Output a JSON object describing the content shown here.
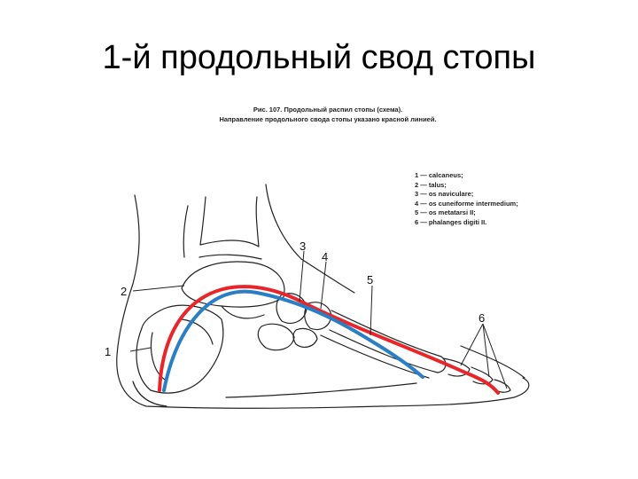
{
  "title": "1-й продольный свод стопы",
  "caption": {
    "line1": "Рис. 107. Продольный распил стопы (схема).",
    "line2": "Направление продольного свода стопы указано красной линией."
  },
  "legend": [
    "1 — calcaneus;",
    "2 — talus;",
    "3 — os naviculare;",
    "4 — os cuneiforme intermedium;",
    "5 — os metatarsi II;",
    "6 — phalanges digiti II."
  ],
  "labels": {
    "l1": "1",
    "l2": "2",
    "l3": "3",
    "l4": "4",
    "l5": "5",
    "l6": "6"
  },
  "colors": {
    "arch_red": "#e8262a",
    "arch_blue": "#2a7ec6",
    "ink": "#222222"
  }
}
